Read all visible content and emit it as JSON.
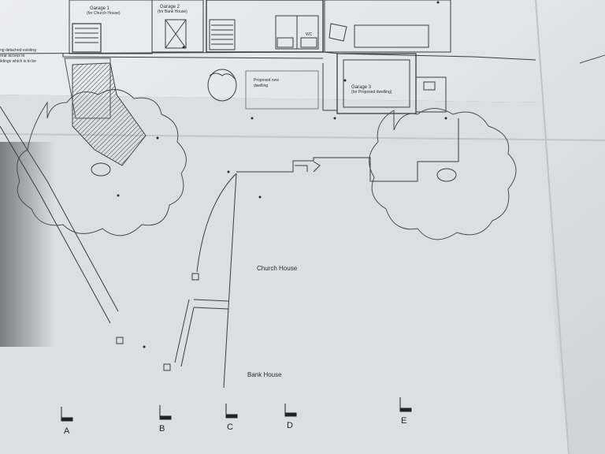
{
  "plan": {
    "garage_1": {
      "title": "Garage 1",
      "subtitle": "(for Church House)"
    },
    "garage_2": {
      "title": "Garage 2",
      "subtitle": "(for Bank House)"
    },
    "garage_3": {
      "title": "Garage 3",
      "subtitle": "(for Proposed dwelling)"
    },
    "proposed_dwelling": {
      "line1": "Proposed new",
      "line2": "dwelling"
    },
    "church_house": "Church House",
    "bank_house": "Bank House",
    "wc": "WC",
    "note_fragment": [
      "ng detached existing",
      "rear access to",
      "ildings which is to be"
    ]
  },
  "section_markers": [
    "A",
    "B",
    "C",
    "D",
    "E"
  ],
  "colors": {
    "paper": "#e6e8ea",
    "ink": "#3a3c3f",
    "hatch": "#6b6e72",
    "background": "#8b8f93"
  }
}
